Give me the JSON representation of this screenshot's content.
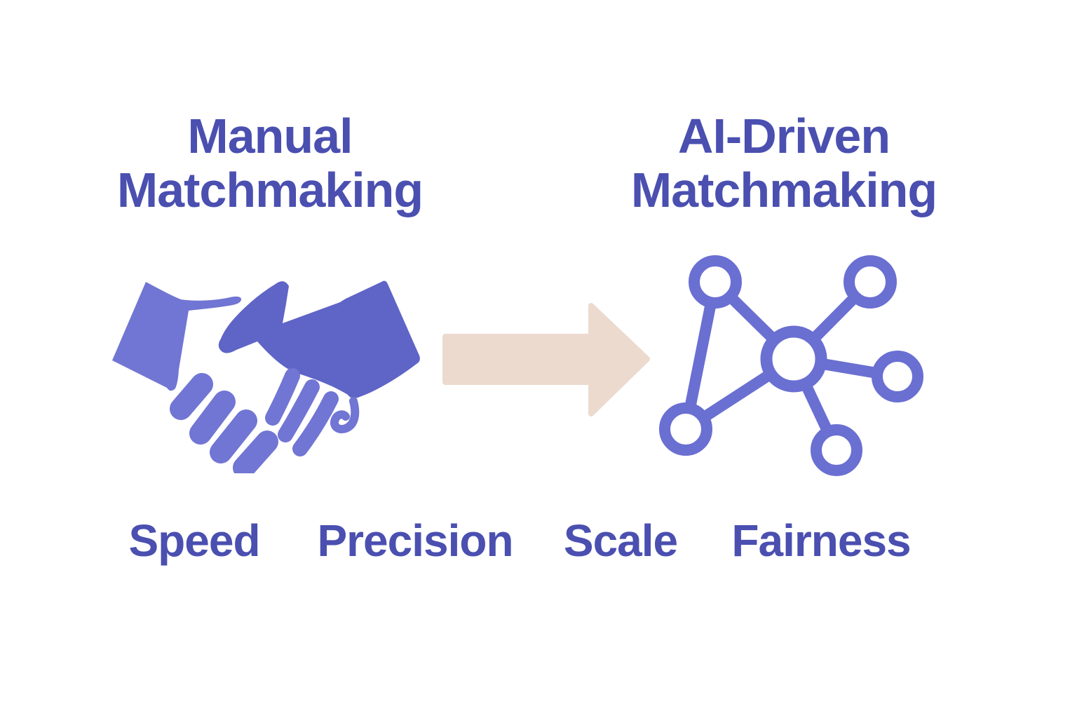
{
  "left_column": {
    "title_line1": "Manual",
    "title_line2": "Matchmaking",
    "icon": "handshake-icon"
  },
  "right_column": {
    "title_line1": "AI-Driven",
    "title_line2": "Matchmaking",
    "icon": "network-icon"
  },
  "arrow": {
    "icon": "arrow-right-icon",
    "direction": "right"
  },
  "benefit_labels": [
    "Speed",
    "Precision",
    "Scale",
    "Fairness"
  ],
  "colors": {
    "background": "#ffffff",
    "title_text": "#4a4fb0",
    "hand_light": "#7175d3",
    "hand_dark": "#5f64c7",
    "network": "#6a6fd2",
    "arrow": "#ecdacf"
  }
}
